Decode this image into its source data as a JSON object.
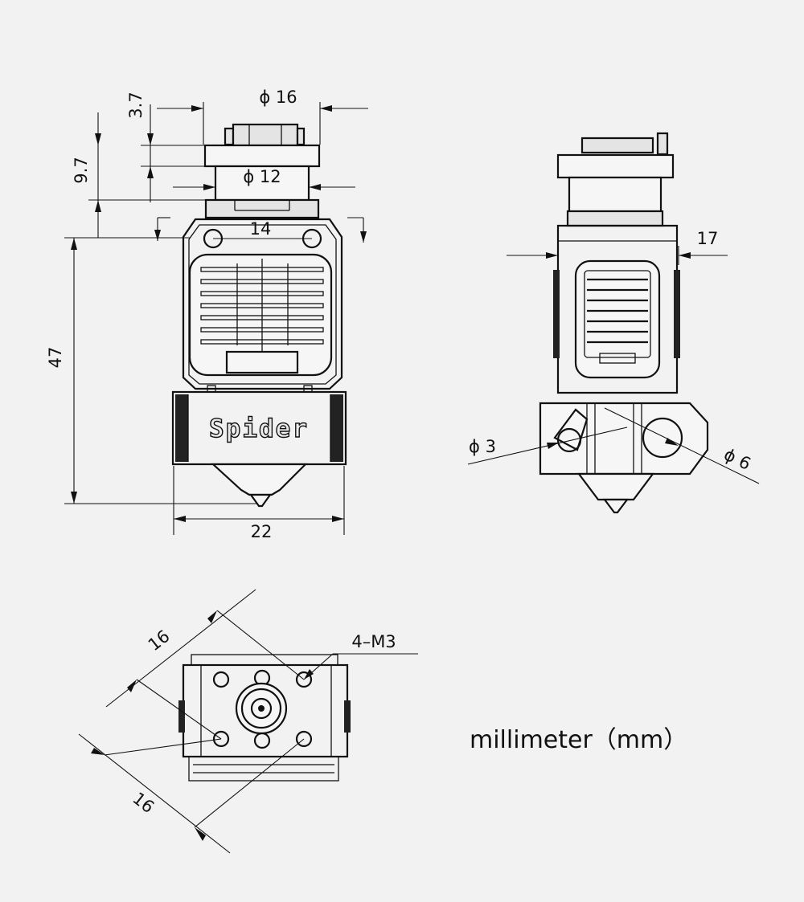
{
  "drawing": {
    "brand": "Spider",
    "unit_note": "millimeter（mm）"
  },
  "front_view": {
    "d_top": "ϕ 16",
    "d_mid": "ϕ 12",
    "h_top": "3.7",
    "h_mid": "9.7",
    "w_holes": "14",
    "h_body": "47",
    "w_block": "22"
  },
  "side_view": {
    "w_body": "17",
    "d_small": "ϕ 3",
    "d_large": "ϕ 6"
  },
  "bottom_view": {
    "spacing_a": "16",
    "spacing_b": "16",
    "thread": "4–M3"
  }
}
